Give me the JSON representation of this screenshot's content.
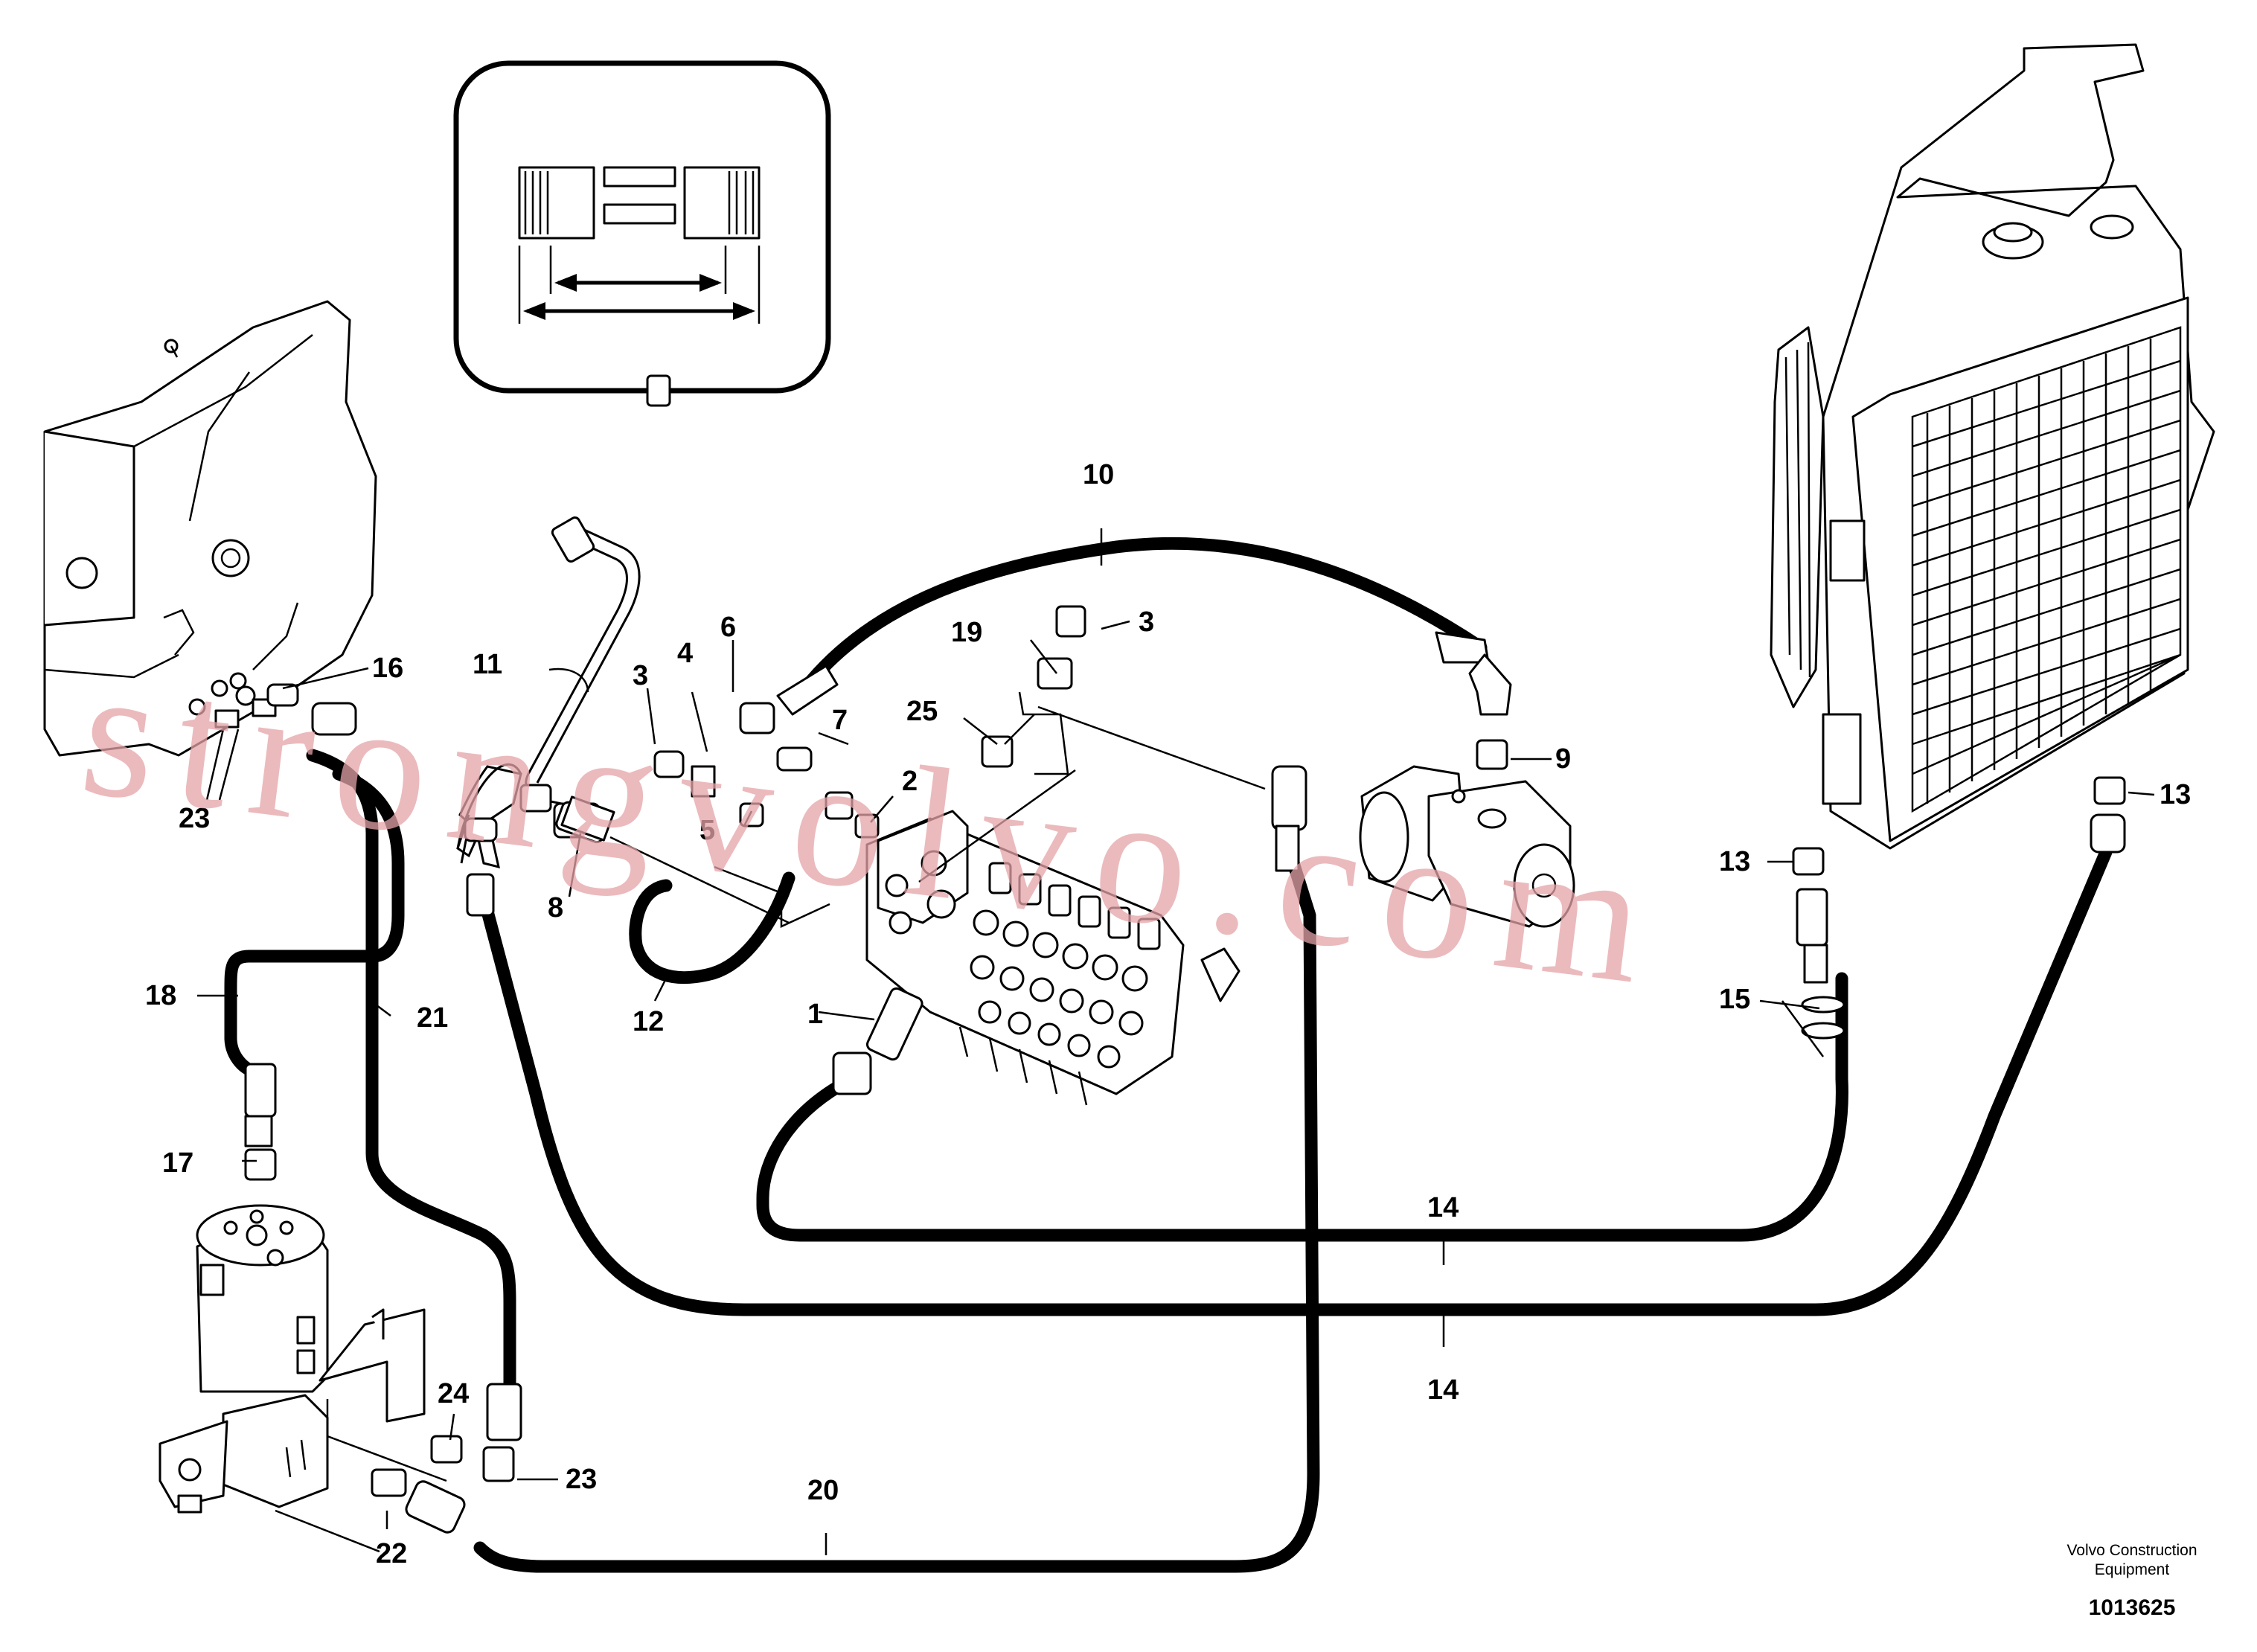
{
  "diagram": {
    "part_callouts": [
      "1",
      "2",
      "3",
      "3",
      "4",
      "5",
      "6",
      "7",
      "8",
      "9",
      "10",
      "11",
      "12",
      "13",
      "13",
      "14",
      "14",
      "15",
      "16",
      "17",
      "18",
      "19",
      "20",
      "21",
      "22",
      "23",
      "23",
      "24",
      "25"
    ],
    "watermark": "strongvolvo.com",
    "brand_line1": "Volvo Construction",
    "brand_line2": "Equipment",
    "drawing_number": "1013625"
  }
}
